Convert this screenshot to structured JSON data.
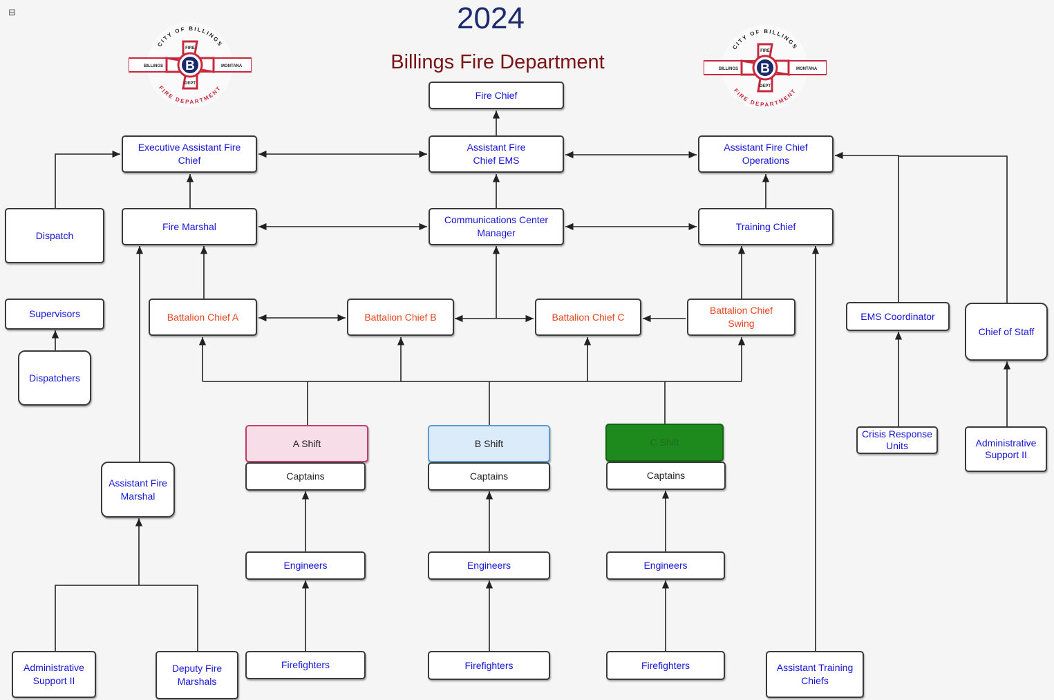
{
  "header": {
    "year": "2024",
    "title": "Billings Fire Department"
  },
  "logo": {
    "ring_top": "CITY OF BILLINGS",
    "ring_bottom": "FIRE DEPARTMENT",
    "badge_top": "FIRE",
    "badge_bottom": "DEPT",
    "left_ribbon": "BILLINGS",
    "right_ribbon": "MONTANA",
    "center_letter": "B",
    "colors": {
      "red": "#c8283c",
      "navy": "#1a2b6b"
    }
  },
  "nodes": {
    "fire_chief": "Fire Chief",
    "exec_asst_chief": "Executive Assistant Fire Chief",
    "asst_chief_ems": "Assistant Fire Chief EMS",
    "asst_chief_ops": "Assistant Fire Chief Operations",
    "dispatch": "Dispatch",
    "fire_marshal": "Fire Marshal",
    "comm_center_mgr": "Communications Center Manager",
    "training_chief": "Training Chief",
    "supervisors": "Supervisors",
    "dispatchers": "Dispatchers",
    "bc_a": "Battalion Chief A",
    "bc_b": "Battalion Chief B",
    "bc_c": "Battalion Chief C",
    "bc_swing": "Battalion Chief Swing",
    "ems_coordinator": "EMS Coordinator",
    "chief_of_staff": "Chief of Staff",
    "a_shift": "A Shift",
    "b_shift": "B  Shift",
    "c_shift": "C Shift",
    "captains_a": "Captains",
    "captains_b": "Captains",
    "captains_c": "Captains",
    "crisis_response": "Crisis Response Units",
    "admin_support_right": "Administrative Support II",
    "asst_fire_marshal": "Assistant Fire Marshal",
    "engineers_a": "Engineers",
    "engineers_b": "Engineers",
    "engineers_c": "Engineers",
    "firefighters_a": "Firefighters",
    "firefighters_b": "Firefighters",
    "firefighters_c": "Firefighters",
    "admin_support_left": "Administrative Support II",
    "deputy_fire_marshals": "Deputy Fire Marshals",
    "asst_training_chiefs": "Assistant Training Chiefs"
  },
  "colors": {
    "primary_text": "#1414d8",
    "battalion_text": "#e8461e",
    "a_shift_fill": "#f6dde8",
    "b_shift_fill": "#dcebfa",
    "c_shift_fill": "#1e8a1e"
  }
}
